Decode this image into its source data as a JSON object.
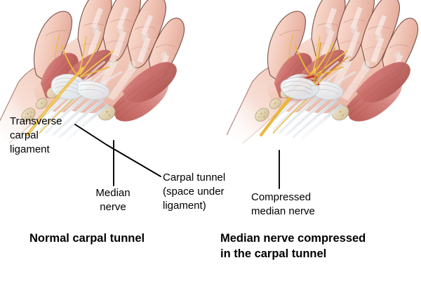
{
  "figure": {
    "type": "medical-illustration",
    "subject": "carpal tunnel syndrome comparison",
    "background_color": "#ffffff"
  },
  "labels": {
    "transverse_carpal_ligament": "Transverse\ncarpal\nligament",
    "median_nerve": "Median\nnerve",
    "carpal_tunnel": "Carpal tunnel\n(space under\nligament)",
    "compressed_median_nerve": "Compressed\nmedian nerve"
  },
  "captions": {
    "left": "Normal carpal tunnel",
    "right": "Median nerve compressed\nin the carpal tunnel"
  },
  "panels": [
    {
      "name": "normal-hand",
      "caption": "Normal carpal tunnel",
      "annotations": [
        "Transverse carpal ligament",
        "Median nerve",
        "Carpal tunnel (space under ligament)"
      ]
    },
    {
      "name": "compressed-hand",
      "caption": "Median nerve compressed in the carpal tunnel",
      "annotations": [
        "Compressed median nerve"
      ]
    }
  ],
  "colors": {
    "skin_light": "#f6d9cf",
    "skin_mid": "#f0c3b4",
    "skin_shadow": "#dfa393",
    "skin_outline": "#6b4034",
    "muscle_light": "#dd9b95",
    "muscle_mid": "#cd6f6b",
    "muscle_dark": "#b35651",
    "bone": "#e2d3b4",
    "bone_outline": "#b9a683",
    "tendon": "#f4f4f4",
    "tendon_shadow": "#cfd6dc",
    "nerve": "#e8b83c",
    "nerve_light": "#f0cf72",
    "inflamed": "#c8332c",
    "leader_line": "#000000",
    "text": "#000000"
  }
}
